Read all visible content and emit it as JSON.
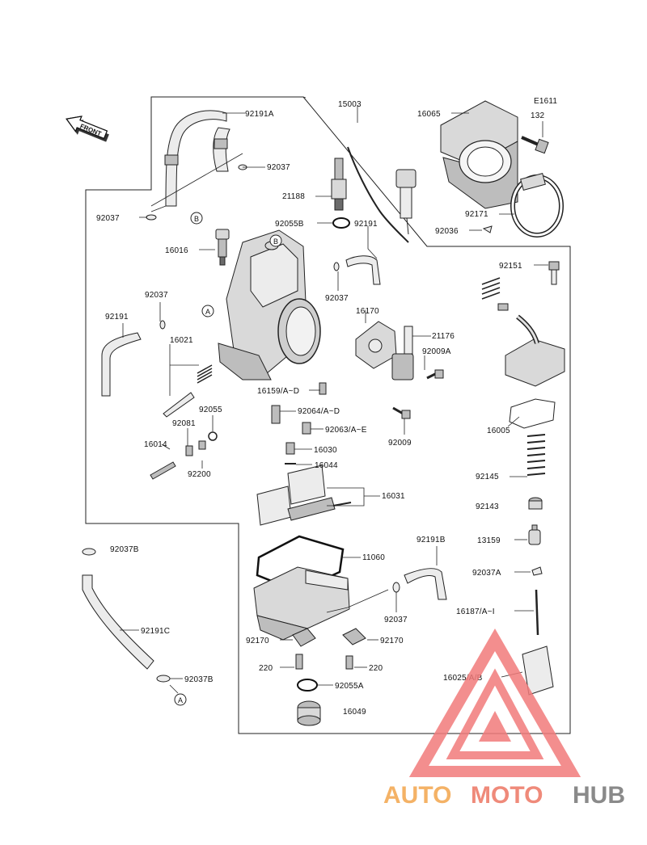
{
  "diagram_code": "E1611",
  "front_label": "FRONT",
  "watermark": {
    "part1": "AUTO",
    "part2": "MOTO",
    "part3": "HUB",
    "color_a": "#f4b266",
    "color_b": "#ef8a7a",
    "color_c": "#8a8a8a",
    "triangle_color": "#f27b7b"
  },
  "callouts": [
    "A",
    "B"
  ],
  "parts": [
    {
      "id": "92191A",
      "label": "92191A"
    },
    {
      "id": "15003",
      "label": "15003"
    },
    {
      "id": "16065",
      "label": "16065"
    },
    {
      "id": "132",
      "label": "132"
    },
    {
      "id": "92037-top",
      "label": "92037"
    },
    {
      "id": "21188",
      "label": "21188"
    },
    {
      "id": "92037-left",
      "label": "92037"
    },
    {
      "id": "92055B",
      "label": "92055B"
    },
    {
      "id": "92191-top",
      "label": "92191"
    },
    {
      "id": "92171",
      "label": "92171"
    },
    {
      "id": "92036",
      "label": "92036"
    },
    {
      "id": "16016",
      "label": "16016"
    },
    {
      "id": "92151",
      "label": "92151"
    },
    {
      "id": "92037-mid",
      "label": "92037"
    },
    {
      "id": "92037-center",
      "label": "92037"
    },
    {
      "id": "16170",
      "label": "16170"
    },
    {
      "id": "92191-left",
      "label": "92191"
    },
    {
      "id": "21176",
      "label": "21176"
    },
    {
      "id": "16021",
      "label": "16021"
    },
    {
      "id": "92009A",
      "label": "92009A"
    },
    {
      "id": "16159",
      "label": "16159/A~D"
    },
    {
      "id": "92055",
      "label": "92055"
    },
    {
      "id": "92064",
      "label": "92064/A~D"
    },
    {
      "id": "92081",
      "label": "92081"
    },
    {
      "id": "92063",
      "label": "92063/A~E"
    },
    {
      "id": "92009",
      "label": "92009"
    },
    {
      "id": "16005",
      "label": "16005"
    },
    {
      "id": "16014",
      "label": "16014"
    },
    {
      "id": "16030",
      "label": "16030"
    },
    {
      "id": "92200",
      "label": "92200"
    },
    {
      "id": "16044",
      "label": "16044"
    },
    {
      "id": "92145",
      "label": "92145"
    },
    {
      "id": "16031",
      "label": "16031"
    },
    {
      "id": "92143",
      "label": "92143"
    },
    {
      "id": "92191B",
      "label": "92191B"
    },
    {
      "id": "13159",
      "label": "13159"
    },
    {
      "id": "92037B-top",
      "label": "92037B"
    },
    {
      "id": "11060",
      "label": "11060"
    },
    {
      "id": "92037A",
      "label": "92037A"
    },
    {
      "id": "92037-bottom",
      "label": "92037"
    },
    {
      "id": "16187",
      "label": "16187/A~I"
    },
    {
      "id": "92191C",
      "label": "92191C"
    },
    {
      "id": "92170-left",
      "label": "92170"
    },
    {
      "id": "92170-right",
      "label": "92170"
    },
    {
      "id": "220-left",
      "label": "220"
    },
    {
      "id": "220-right",
      "label": "220"
    },
    {
      "id": "16025",
      "label": "16025/A/B"
    },
    {
      "id": "92037B-bottom",
      "label": "92037B"
    },
    {
      "id": "92055A",
      "label": "92055A"
    },
    {
      "id": "16049",
      "label": "16049"
    }
  ]
}
